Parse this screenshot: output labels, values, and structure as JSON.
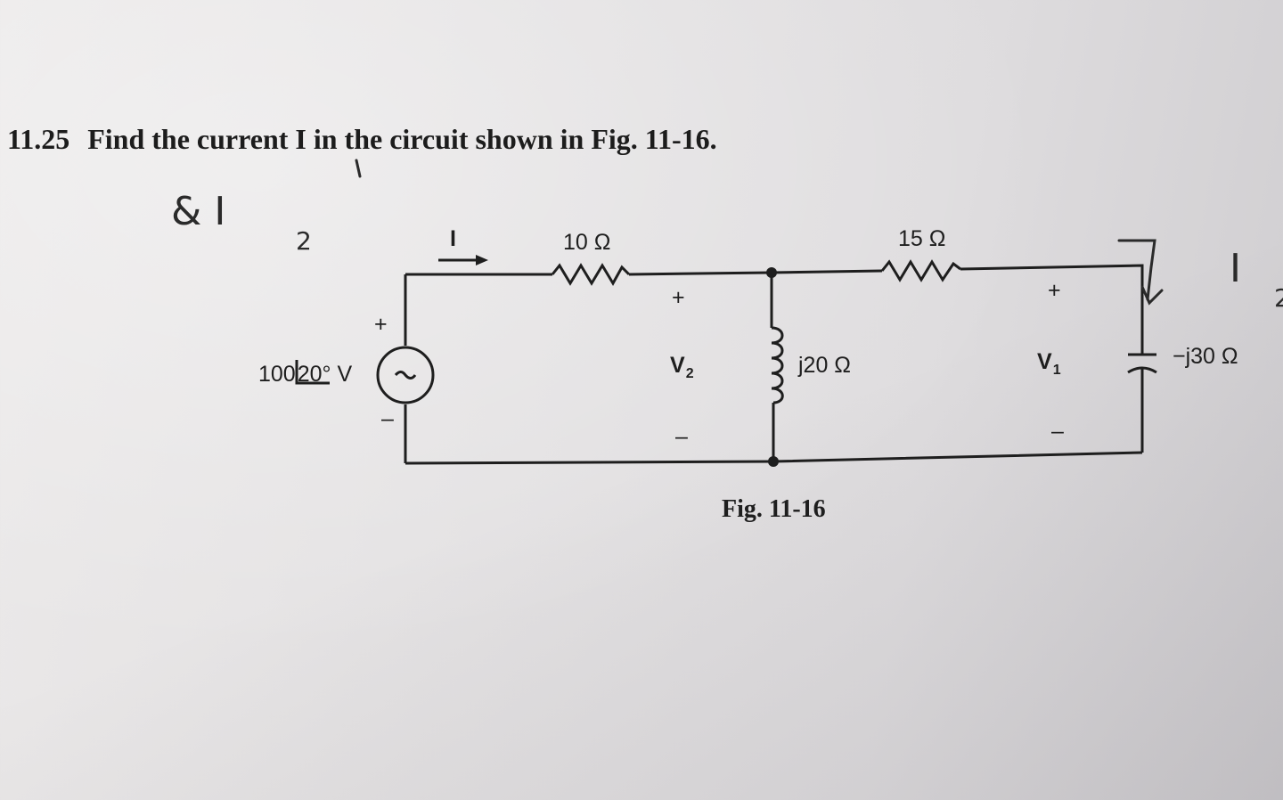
{
  "problem": {
    "number": "11.25",
    "text": "Find the current I in the circuit shown in Fig. 11-16."
  },
  "handwriting": {
    "left_symbol": "I",
    "left_prefix": "&",
    "left_subscript": "2",
    "right_symbol": "I",
    "right_subscript": "2"
  },
  "circuit": {
    "source_label": "100",
    "source_angle": "20° V",
    "source_plus": "+",
    "source_minus": "–",
    "current_label": "I",
    "r1_label": "10 Ω",
    "r2_label": "15 Ω",
    "inductor_label": "j20 Ω",
    "capacitor_label": "−j30 Ω",
    "v2_label": "V",
    "v2_sub": "2",
    "v1_label": "V",
    "v1_sub": "1",
    "plus": "+",
    "minus": "–"
  },
  "figure": {
    "caption": "Fig. 11-16"
  }
}
